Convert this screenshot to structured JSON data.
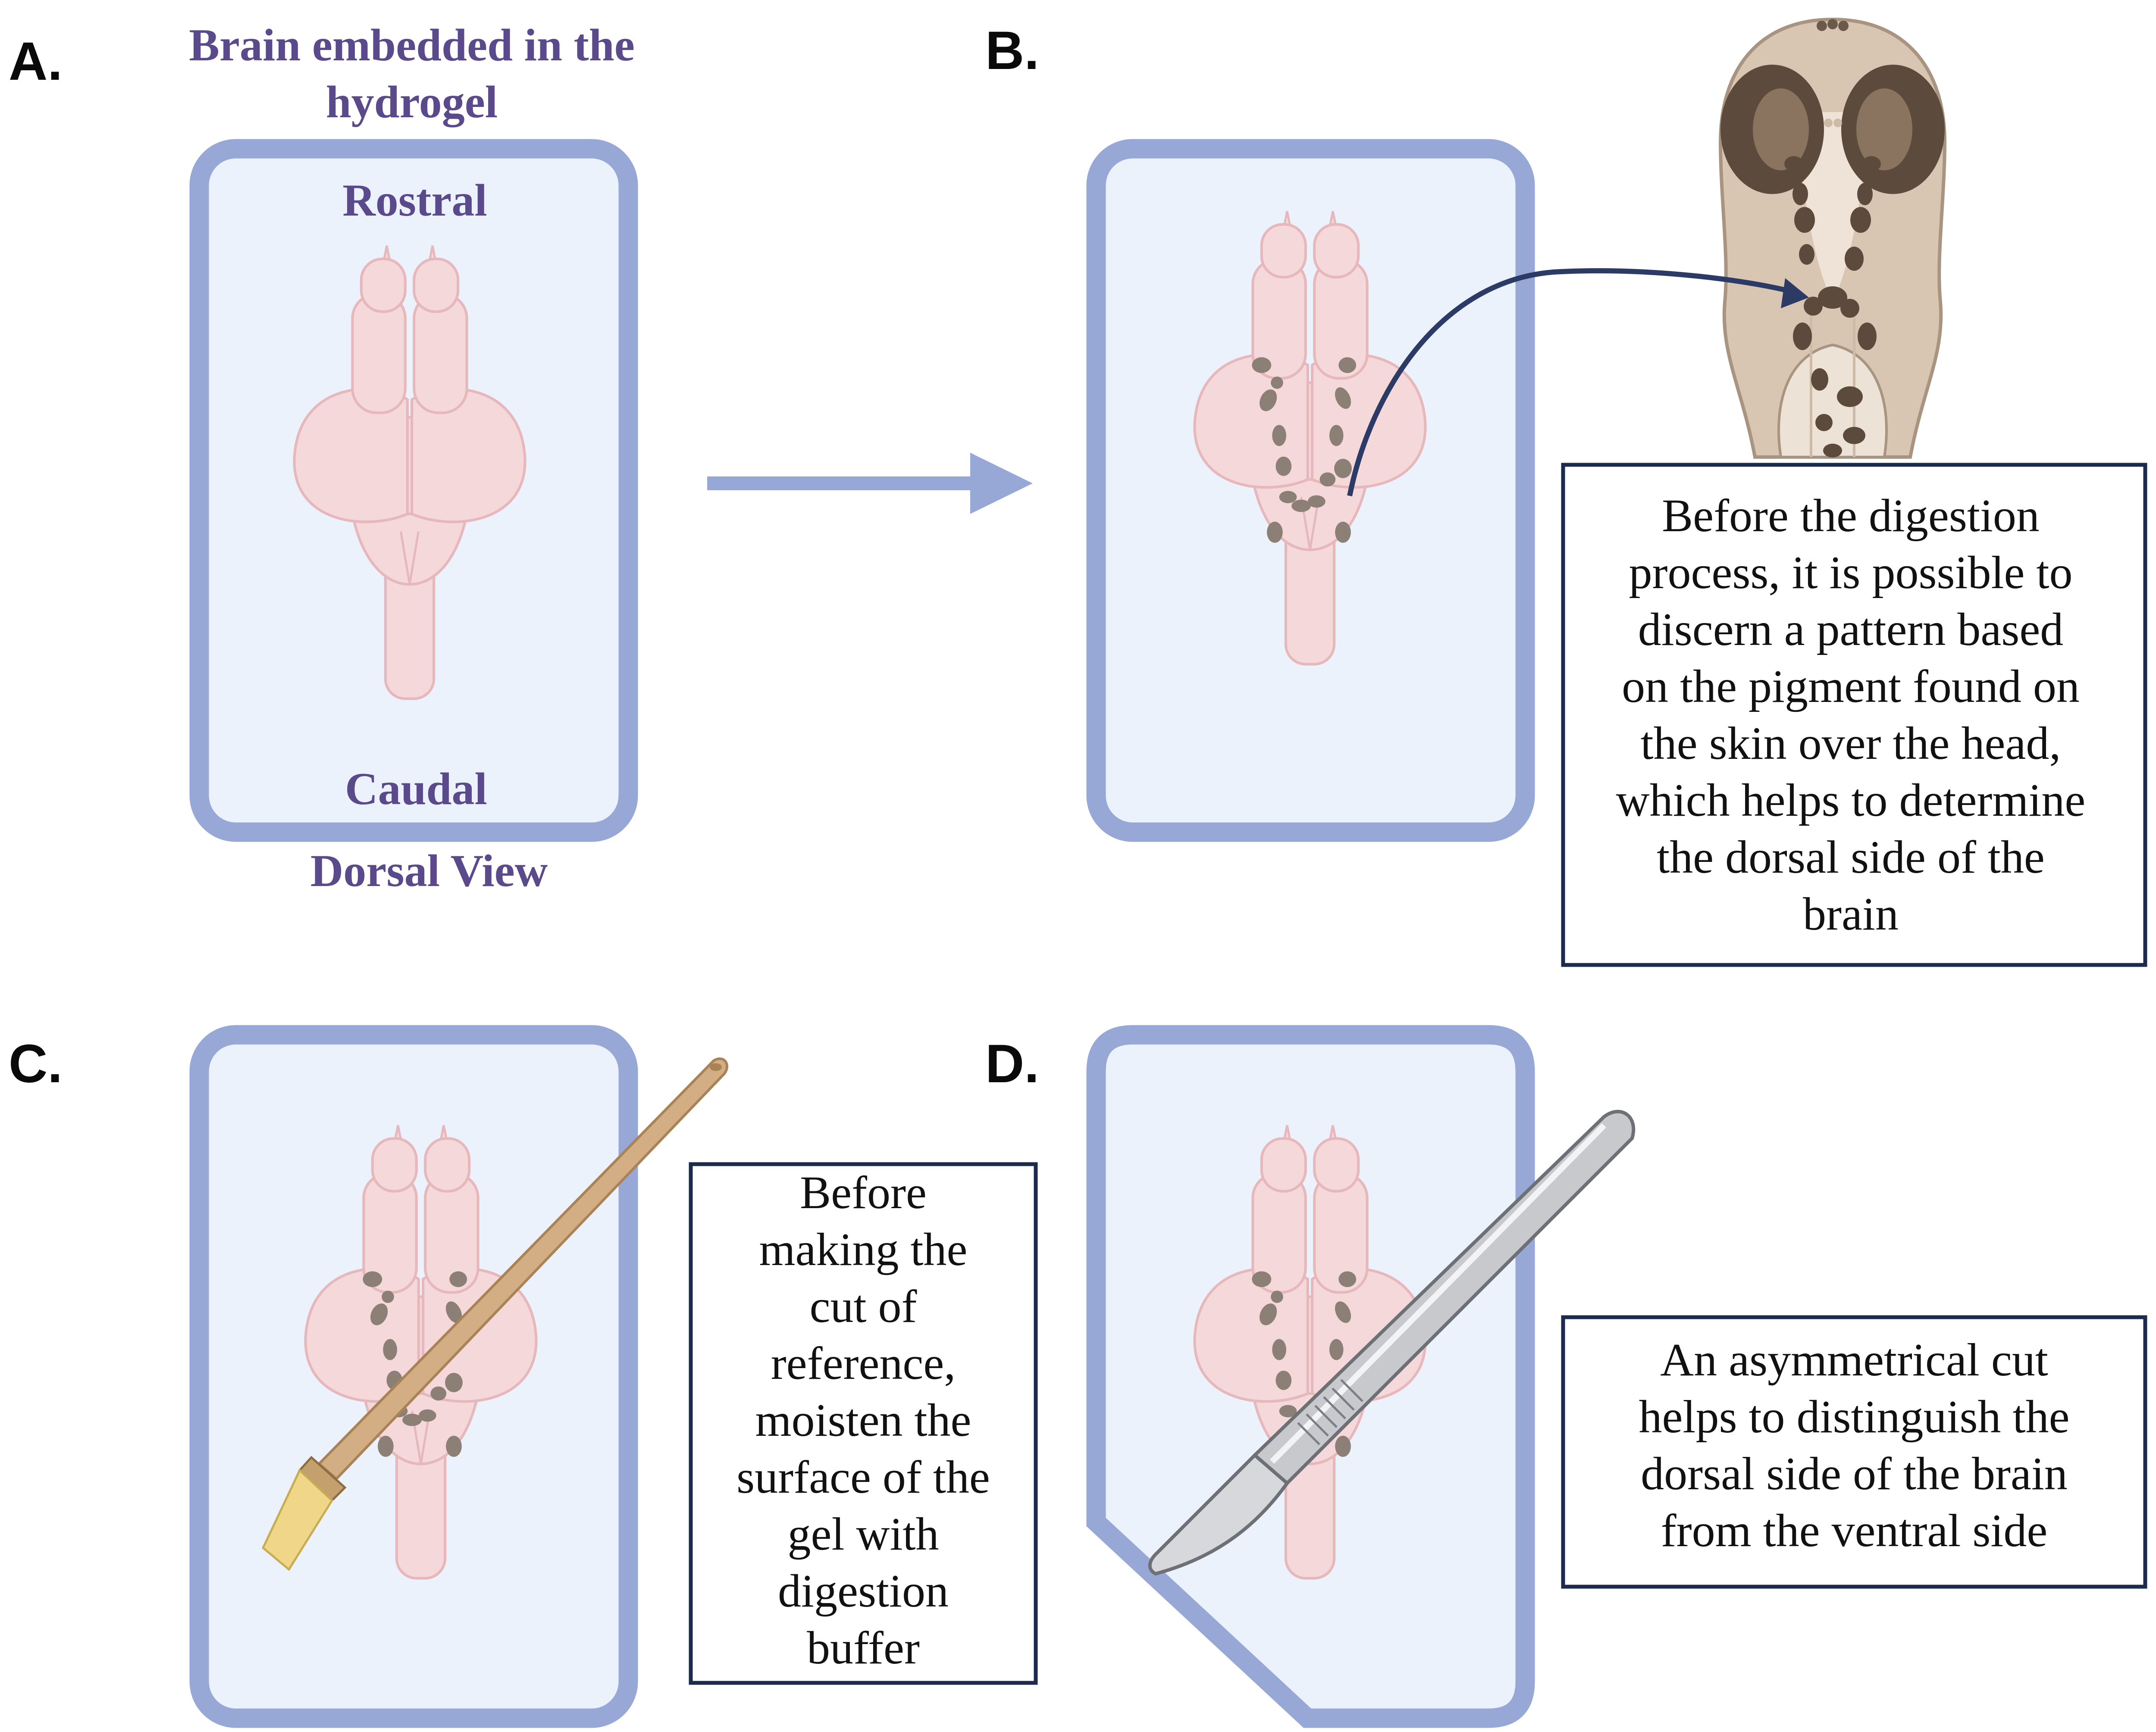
{
  "panels": {
    "a": {
      "label": "A.",
      "title_line1": "Brain embedded in the",
      "title_line2": "hydrogel",
      "rostral": "Rostral",
      "caudal": "Caudal",
      "view": "Dorsal View"
    },
    "b": {
      "label": "B.",
      "caption": [
        "Before the digestion",
        "process, it is possible to",
        "discern a pattern based",
        "on the pigment found on",
        "the skin over the head,",
        "which helps to determine",
        "the dorsal side of the",
        "brain"
      ]
    },
    "c": {
      "label": "C.",
      "caption": [
        "Before",
        "making the",
        "cut of",
        "reference,",
        "moisten the",
        "surface of the",
        "gel with",
        "digestion",
        "buffer"
      ]
    },
    "d": {
      "label": "D.",
      "caption": [
        "An asymmetrical cut",
        "helps to distinguish the",
        "dorsal side of the brain",
        "from the ventral side"
      ]
    }
  },
  "colors": {
    "frame": "#97a8d6",
    "gel": "#ebf2fc",
    "brain": "#f5d8da",
    "brain_outline": "#e6b8bc",
    "pigment": "#8c7f76",
    "purple_text": "#5b4a8b",
    "caption_border": "#1c2a4d",
    "curved_arrow": "#2c3a66"
  }
}
